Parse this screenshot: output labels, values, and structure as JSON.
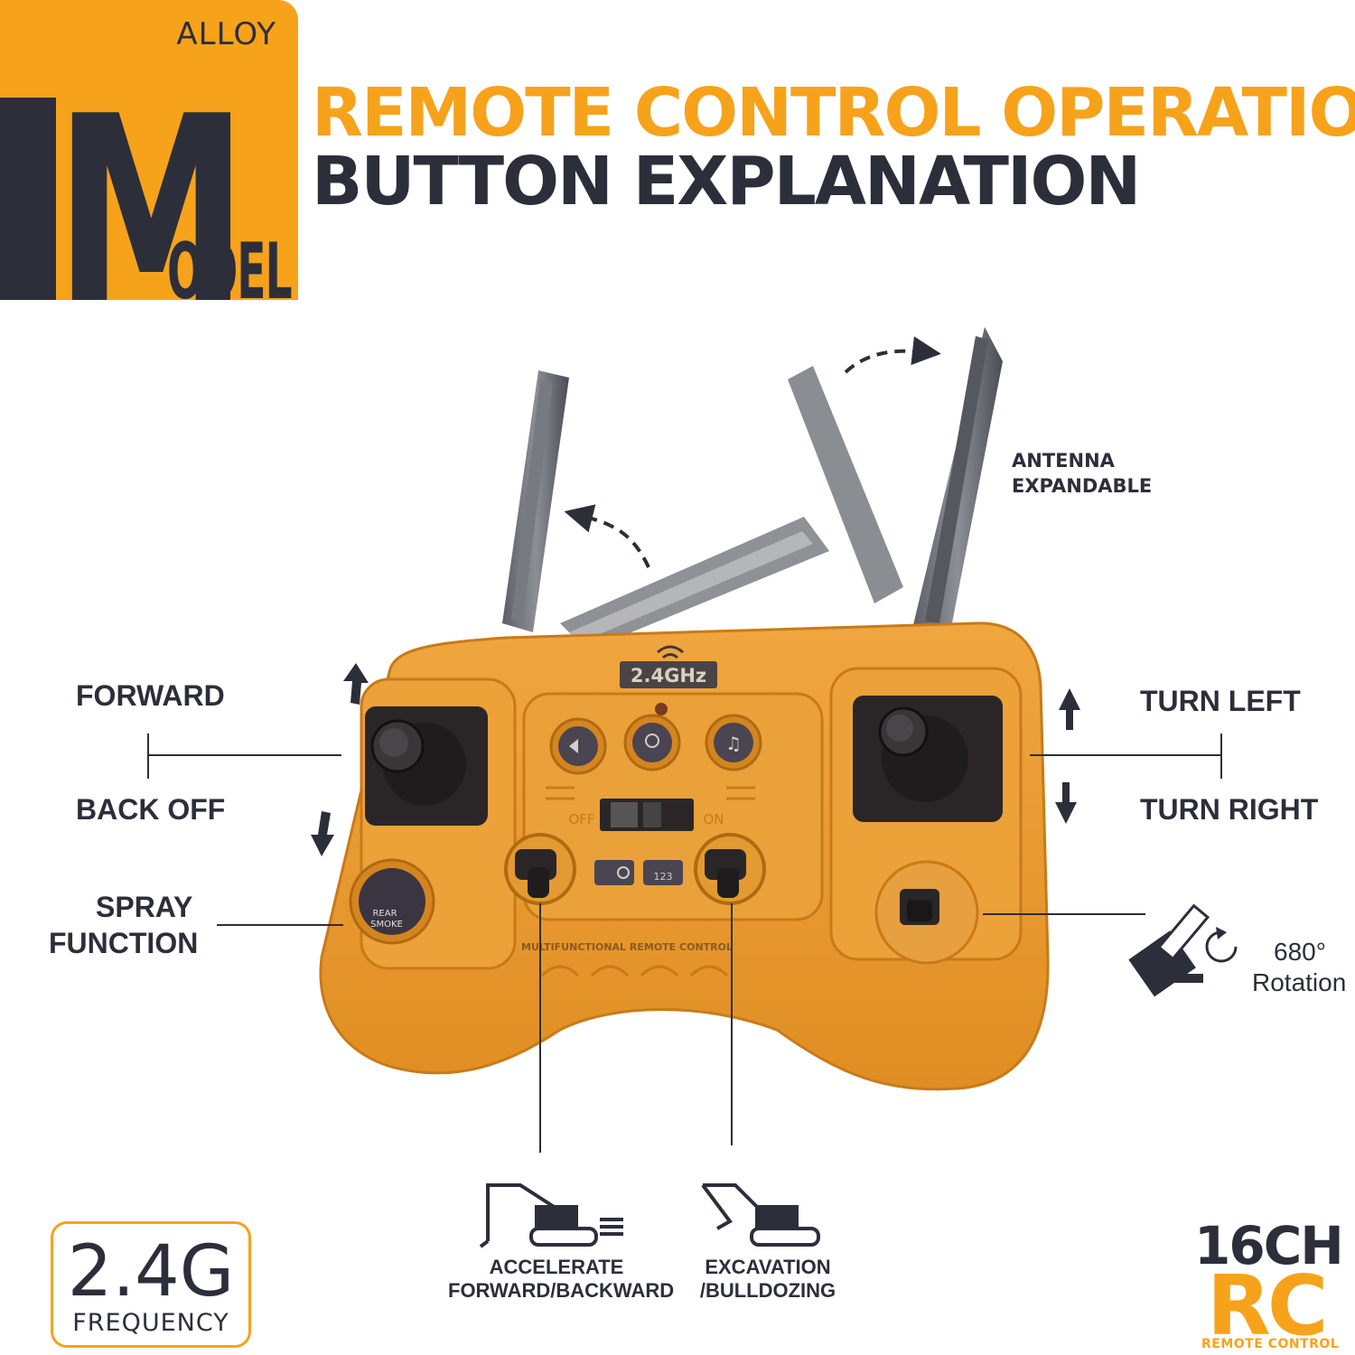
{
  "logo": {
    "alloy": "ALLOY",
    "letter_m": "M",
    "letters_odel": "ODEL"
  },
  "header": {
    "line1": "REMOTE CONTROL OPERATION",
    "line2": "BUTTON EXPLANATION"
  },
  "labels": {
    "antenna_line1": "ANTENNA",
    "antenna_line2": "EXPANDABLE",
    "forward": "FORWARD",
    "back_off": "BACK OFF",
    "spray_line1": "SPRAY",
    "spray_line2": "FUNCTION",
    "turn_left": "TURN LEFT",
    "turn_right": "TURN RIGHT",
    "rotation_degrees": "680°",
    "rotation_word": "Rotation",
    "accelerate_line1": "ACCELERATE",
    "accelerate_line2": "FORWARD/BACKWARD",
    "excavation_line1": "EXCAVATION",
    "excavation_line2": "/BULLDOZING"
  },
  "controller": {
    "frequency_label": "2.4GHz",
    "off_label": "OFF",
    "on_label": "ON",
    "spray_button_line1": "REAR",
    "spray_button_line2": "SMOKE",
    "mode_button_label": "123",
    "panel_text": "MULTIFUNCTIONAL REMOTE CONTROL"
  },
  "badges": {
    "frequency_big": "2.4G",
    "frequency_small": "FREQUENCY",
    "channels": "16CH",
    "rc": "RC",
    "rc_sub": "REMOTE CONTROL"
  },
  "colors": {
    "accent": "#f7a21b",
    "dark": "#2c2f3a",
    "controller": "#e89a2e"
  }
}
